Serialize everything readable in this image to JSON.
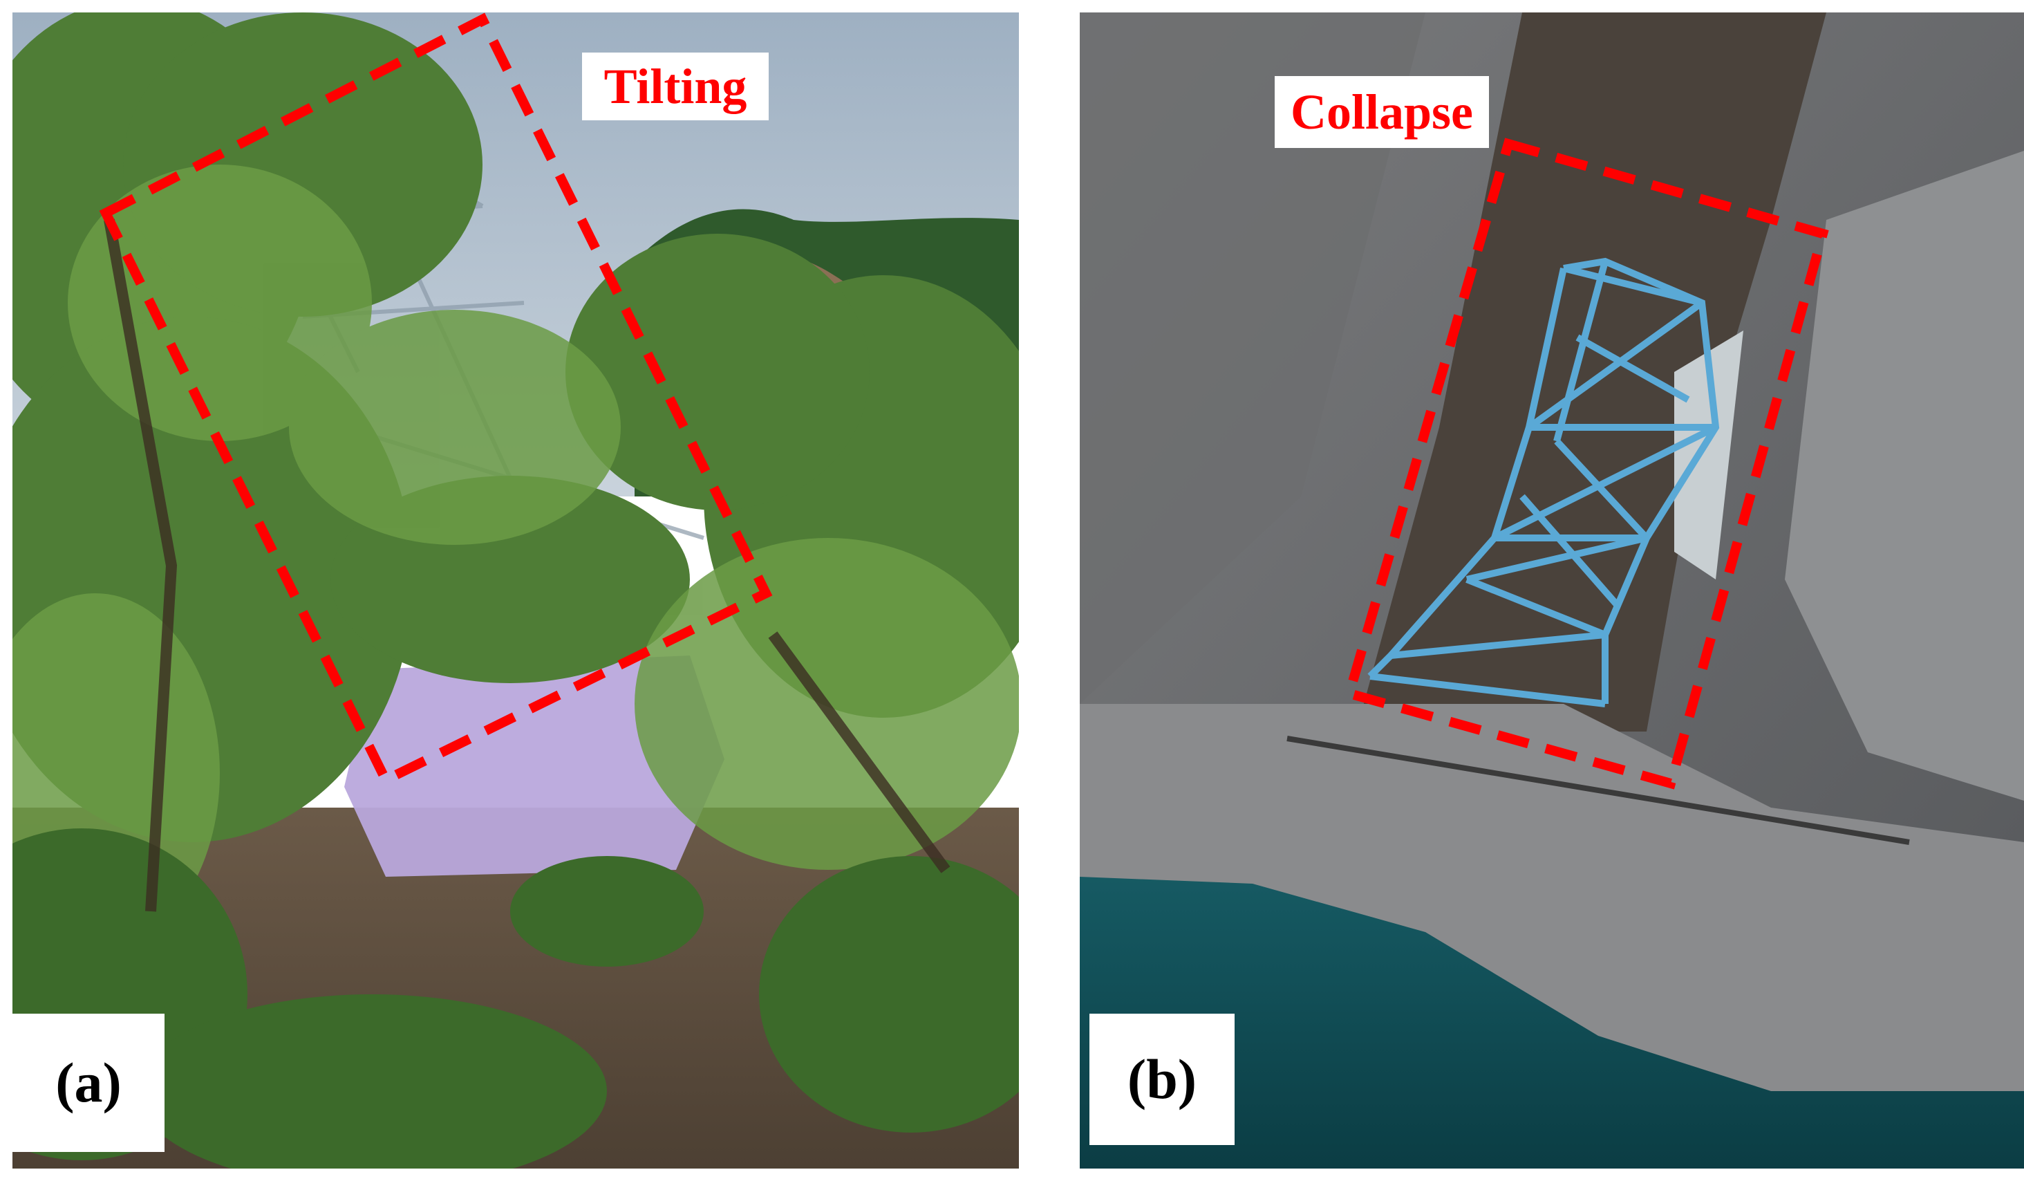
{
  "panels": [
    {
      "id": "a",
      "panel_label": "(a)",
      "annotation_label": "Tilting",
      "scene": "transmission tower tilting behind trees on a slope",
      "icons": [
        "tower-lattice-icon",
        "dashed-box-icon"
      ]
    },
    {
      "id": "b",
      "panel_label": "(b)",
      "annotation_label": "Collapse",
      "scene": "collapsed transmission tower lying on a bare landslide slope above water",
      "icons": [
        "tower-lattice-icon",
        "dashed-box-icon"
      ]
    }
  ],
  "colors": {
    "annotation": "#ff0000",
    "label_text": "#000000",
    "label_background": "#ffffff",
    "tower_b": "#5aa9d6",
    "water": "#0f4b52"
  }
}
